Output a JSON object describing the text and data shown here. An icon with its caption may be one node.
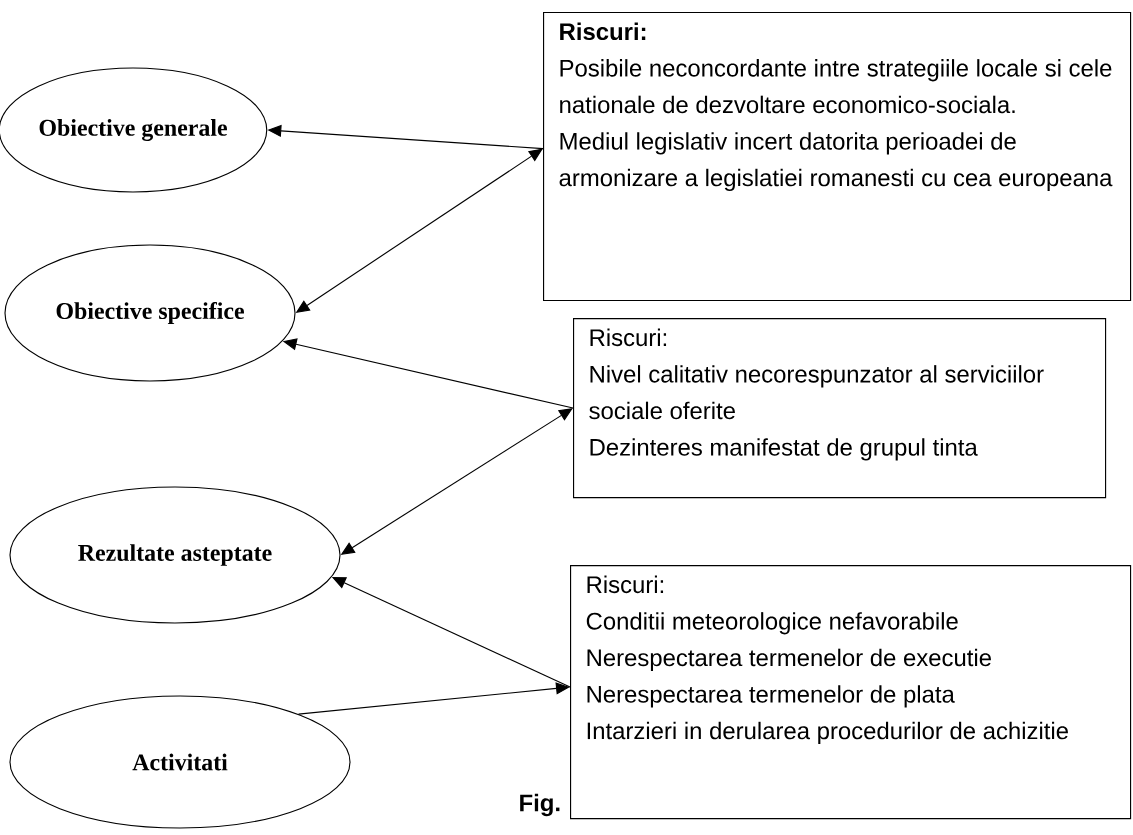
{
  "diagram": {
    "nodes": [
      {
        "text": [
          "Obiective generale"
        ]
      },
      {
        "text": [
          "Obiective specifice"
        ]
      },
      {
        "text": [
          "Rezultate asteptate"
        ]
      },
      {
        "text": [
          "Activitati"
        ]
      },
      {
        "text": [
          "Riscuri:",
          "Posibile neconcordante intre strategiile locale si cele nationale de dezvoltare economico-sociala.",
          "Mediul legislativ incert datorita perioadei de armonizare a legislatiei romanesti cu cea europeana"
        ]
      },
      {
        "text": [
          "Riscuri:",
          "Nivel calitativ necorespunzator al serviciilor sociale oferite",
          "Dezinteres manifestat de grupul tinta"
        ]
      },
      {
        "text": [
          "Riscuri:",
          "Conditii meteorologice nefavorabile",
          "Nerespectarea termenelor de executie",
          "Nerespectarea termenelor de plata",
          "Intarzieri in derularea procedurilor de achizitie"
        ]
      }
    ],
    "edges": [
      {
        "from": 4,
        "to": 0,
        "arrow": "to"
      },
      {
        "from": 1,
        "to": 4,
        "arrow": "both"
      },
      {
        "from": 5,
        "to": 1,
        "arrow": "to"
      },
      {
        "from": 2,
        "to": 5,
        "arrow": "both"
      },
      {
        "from": 6,
        "to": 2,
        "arrow": "to"
      },
      {
        "from": 3,
        "to": 6,
        "arrow": "to"
      }
    ],
    "labels": [
      "Fig."
    ]
  }
}
